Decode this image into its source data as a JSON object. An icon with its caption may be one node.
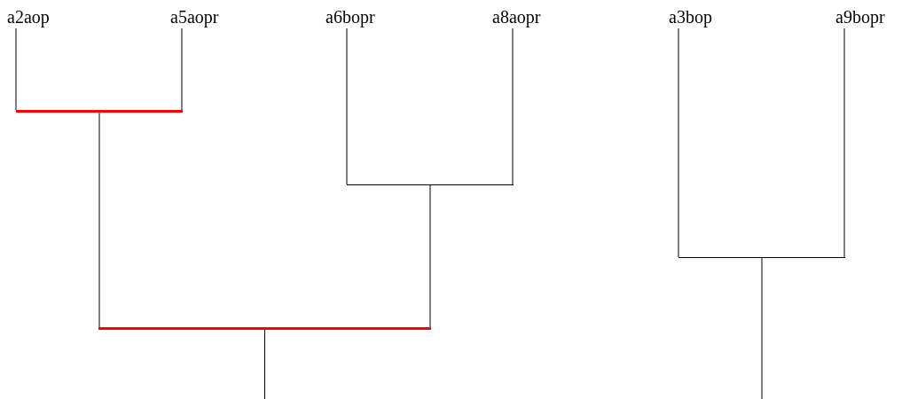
{
  "diagram": {
    "nodes": [
      {
        "text": [
          "a2aop"
        ]
      },
      {
        "text": [
          "a5aopr"
        ]
      },
      {
        "text": [
          "a6bopr"
        ]
      },
      {
        "text": [
          "a8aopr"
        ]
      },
      {
        "text": [
          "a3bop"
        ]
      },
      {
        "text": [
          "a9bopr"
        ]
      },
      {
        "text": [],
        "shape": "bar"
      },
      {
        "text": [],
        "shape": "bar"
      },
      {
        "text": [],
        "shape": "bar"
      },
      {
        "text": [],
        "shape": "bar"
      }
    ],
    "edges": [
      {
        "from": 0,
        "to": 6,
        "arrow": "none"
      },
      {
        "from": 1,
        "to": 6,
        "arrow": "none"
      },
      {
        "from": 2,
        "to": 7,
        "arrow": "none"
      },
      {
        "from": 3,
        "to": 7,
        "arrow": "none"
      },
      {
        "from": 6,
        "to": 8,
        "arrow": "none"
      },
      {
        "from": 7,
        "to": 8,
        "arrow": "none"
      },
      {
        "from": 4,
        "to": 9,
        "arrow": "none"
      },
      {
        "from": 5,
        "to": 9,
        "arrow": "none"
      },
      {
        "from": 8,
        "to": null,
        "arrow": "none"
      },
      {
        "from": 9,
        "to": null,
        "arrow": "none"
      }
    ]
  }
}
